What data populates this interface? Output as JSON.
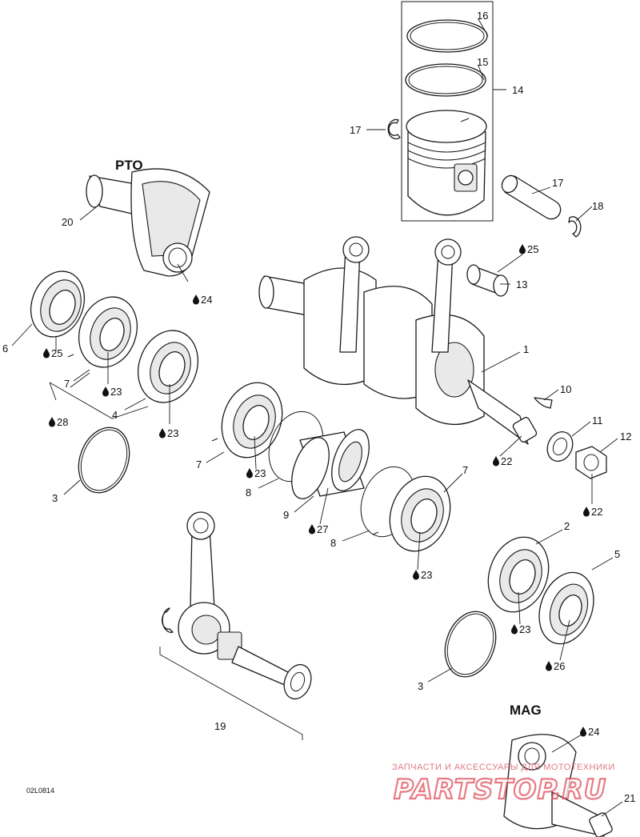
{
  "headings": {
    "pto": "PTO",
    "mag": "MAG"
  },
  "reference_code": "02L0814",
  "watermark": {
    "line1": "ЗАПЧАСТИ И АКСЕССУАРЫ ДЛЯ МОТОТЕХНИКИ",
    "brand": "PARTSTOP.RU"
  },
  "callouts": {
    "c1": "1",
    "c2": "2",
    "c3a": "3",
    "c3b": "3",
    "c4": "4",
    "c5": "5",
    "c6": "6",
    "c7a": "7",
    "c7b": "7",
    "c7c": "7",
    "c8a": "8",
    "c8b": "8",
    "c9": "9",
    "c10": "10",
    "c11": "11",
    "c12": "12",
    "c13": "13",
    "c14": "14",
    "c15": "15",
    "c16": "16",
    "c17a": "17",
    "c17b": "17",
    "c18": "18",
    "c19": "19",
    "c20": "20",
    "c21": "21"
  },
  "lube_labels": {
    "l22a": "22",
    "l22b": "22",
    "l23a": "23",
    "l23b": "23",
    "l23c": "23",
    "l23d": "23",
    "l23e": "23",
    "l24a": "24",
    "l24b": "24",
    "l25a": "25",
    "l25b": "25",
    "l26": "26",
    "l27": "27",
    "l28": "28"
  },
  "colors": {
    "line": "#1a1a1a",
    "watermark": "#e0505c"
  }
}
